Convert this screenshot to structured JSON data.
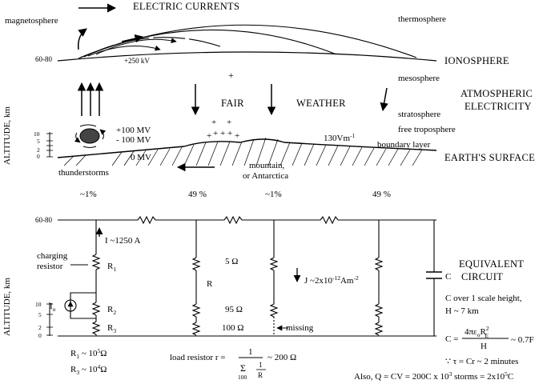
{
  "top": {
    "electric_currents": "ELECTRIC CURRENTS",
    "magnetosphere": "magnetosphere",
    "thermosphere": "thermosphere",
    "alt_60_80": "60-80",
    "plus_250kv": "+250 kV",
    "ionosphere": "IONOSPHERE",
    "mesosphere": "mesosphere",
    "plus_sign": "+",
    "fair": "FAIR",
    "weather": "WEATHER",
    "atmospheric": "ATMOSPHERIC",
    "electricity": "ELECTRICITY",
    "stratosphere": "stratosphere",
    "free_troposphere": "free troposphere",
    "boundary_layer": "boundary layer",
    "altitude_label": "ALTITUDE, km",
    "ticks": [
      "10",
      "5",
      "2",
      "0"
    ],
    "plus_100mv": "+100 MV",
    "minus_100mv": "- 100 MV",
    "zero_mv": "0 MV",
    "field": "130Vm",
    "field_exp": "-1",
    "earth_surface": "EARTH'S SURFACE",
    "thunderstorms": "thunderstorms",
    "mountain_1": "mountain,",
    "mountain_2": "or Antarctica",
    "pct_1": "~1%",
    "pct_2": "49 %",
    "pct_3": "~1%",
    "pct_4": "49 %"
  },
  "bottom": {
    "alt_60_80": "60-80",
    "altitude_label": "ALTITUDE, km",
    "ticks": [
      "10",
      "5",
      "2",
      "0"
    ],
    "current": "I ~1250 A",
    "charging_1": "charging",
    "charging_2": "resistor",
    "r1": "R",
    "r1_sub": "1",
    "r2": "R",
    "r2_sub": "2",
    "r3": "R",
    "r3_sub": "3",
    "io": "I",
    "io_sub": "o",
    "r_label": "R",
    "ohm_5": "5 Ω",
    "ohm_95": "95 Ω",
    "ohm_100": "100 Ω",
    "j_density": "J ~2x10",
    "j_exp": "-12",
    "j_unit": "Am",
    "j_unit_exp": "-2",
    "missing": "missing",
    "c_label": "C",
    "equivalent": "EQUIVALENT",
    "circuit": "CIRCUIT",
    "c_over": "C over 1 scale height,",
    "h_value": "H ~ 7 km",
    "c_eq": "C =",
    "c_num": "4πε",
    "c_num_sub": "o",
    "c_num_r": "R",
    "c_num_r_sup": "2",
    "c_num_r_sub": "E",
    "c_den": "H",
    "c_approx": "~ 0.7F",
    "tau": "∵ τ = Cr ~ 2 minutes",
    "also": "Also, Q = CV = 200C x 10",
    "also_exp": "3",
    "also_end": " storms = 2x10",
    "also_exp2": "5",
    "also_c": "C",
    "r1_val": "R",
    "r1_val_sub": "1",
    "r1_val_rest": " ~ 10",
    "r1_val_exp": "5",
    "r1_val_unit": "Ω",
    "r3_val": "R",
    "r3_val_sub": "3",
    "r3_val_rest": " ~ 10",
    "r3_val_exp": "4",
    "r3_val_unit": "Ω",
    "load_resistor": "load resistor r =",
    "frac_num": "1",
    "frac_sum": "Σ",
    "frac_sum_sub": "100",
    "frac_inner_num": "1",
    "frac_inner_den": "R",
    "load_value": "~ 200 Ω"
  }
}
